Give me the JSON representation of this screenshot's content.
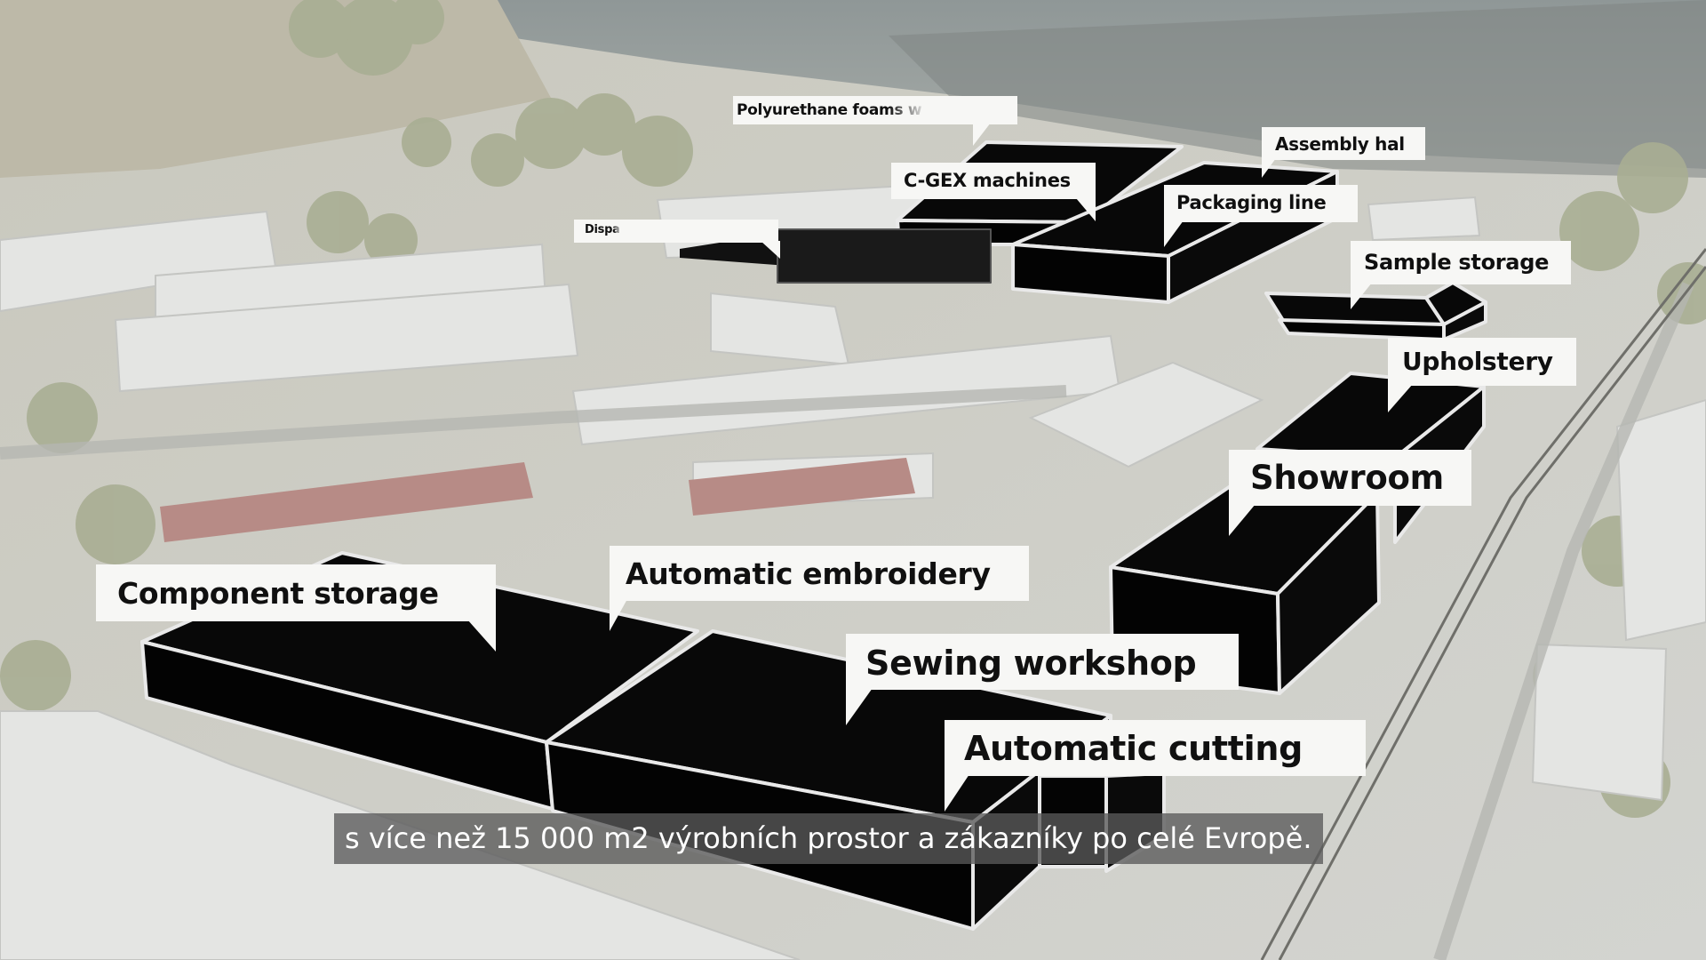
{
  "labels": {
    "polyurethane": "Polyurethane foams w",
    "assembly": "Assembly hal",
    "cgex": "C-GEX machines",
    "packaging": "Packaging line",
    "dispatch": "Dispa",
    "sample_storage": "Sample storage",
    "upholstery": "Upholstery",
    "showroom": "Showroom",
    "component_storage": "Component storage",
    "automatic_embroidery": "Automatic embroidery",
    "sewing_workshop": "Sewing workshop",
    "automatic_cutting": "Automatic cutting"
  },
  "subtitle": "s více než 15 000 m2 výrobních prostor a zákazníky po celé Evropě.",
  "colors": {
    "block_fill": "#050505",
    "block_edge": "#e9e9e9",
    "label_bg": "#f7f7f5",
    "label_text": "#101010",
    "subtitle_bg": "#5a5a5a",
    "subtitle_text": "#ffffff"
  }
}
